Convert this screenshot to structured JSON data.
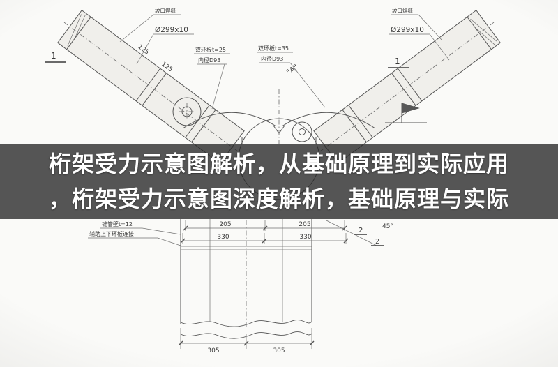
{
  "overlay": {
    "title_line1": "桁架受力示意图解析，从基础原理到实际应用",
    "title_line2": "，桁架受力示意图深度解析，基础原理与实际"
  },
  "drawing": {
    "pipes": {
      "left": {
        "note": "坡口焊缝",
        "spec": "Ø299x10",
        "dims": [
          "125",
          "125"
        ]
      },
      "right": {
        "note": "坡口焊缝",
        "spec": "Ø299x10"
      }
    },
    "ring_plates": {
      "left": {
        "line1": "双环板t=25",
        "line2": "内径D93"
      },
      "right": {
        "line1": "双环板t=35",
        "line2": "内径D93",
        "detail_mark": "\"A\""
      }
    },
    "sections": {
      "cut1_left": "1",
      "cut1_right": "1",
      "cut2_a": "2",
      "cut2_b": "2"
    },
    "notes": {
      "wall": "锥管壁t=12",
      "rings": "辅助上下环板连接",
      "angle": "45°"
    },
    "dimensions": {
      "row205": [
        "205",
        "205"
      ],
      "row330": [
        "330",
        "330"
      ],
      "bottom305": [
        "305",
        "305"
      ]
    }
  },
  "colors": {
    "band_bg": "rgba(38,38,38,0.78)",
    "line": "#565656",
    "paper": "#fafaf8"
  }
}
